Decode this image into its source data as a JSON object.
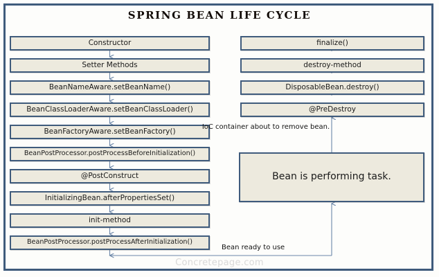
{
  "diagram": {
    "title": "SPRING BEAN LIFE CYCLE",
    "watermark": "Concretepage.com",
    "colors": {
      "frame_border": "#3f5b7c",
      "node_border": "#3f5b7c",
      "node_fill": "#edeade",
      "arrow": "#6b86a8",
      "background": "#fdfdfb",
      "watermark": "#d9d9d9",
      "title_text": "#120b07"
    }
  },
  "left_column": {
    "name": "initialization-sequence",
    "direction": "downward",
    "nodes": [
      {
        "label": "Constructor"
      },
      {
        "label": "Setter Methods"
      },
      {
        "label": "BeanNameAware.setBeanName()"
      },
      {
        "label": "BeanClassLoaderAware.setBeanClassLoader()"
      },
      {
        "label": "BeanFactoryAware.setBeanFactory()"
      },
      {
        "label": "BeanPostProcessor.postProcessBeforeInitialization()"
      },
      {
        "label": "@PostConstruct"
      },
      {
        "label": "InitializingBean.afterPropertiesSet()"
      },
      {
        "label": "init-method"
      },
      {
        "label": "BeanPostProcessor.postProcessAfterInitialization()"
      }
    ]
  },
  "right_column": {
    "name": "destruction-sequence",
    "direction": "upward",
    "nodes": [
      {
        "label": "finalize()"
      },
      {
        "label": "destroy-method"
      },
      {
        "label": "DisposableBean.destroy()"
      },
      {
        "label": "@PreDestroy"
      }
    ]
  },
  "notes": {
    "ioc_note": "IoC container about to remove bean.",
    "ready_note": "Bean ready to use"
  },
  "active_box": {
    "label": "Bean is performing task."
  }
}
